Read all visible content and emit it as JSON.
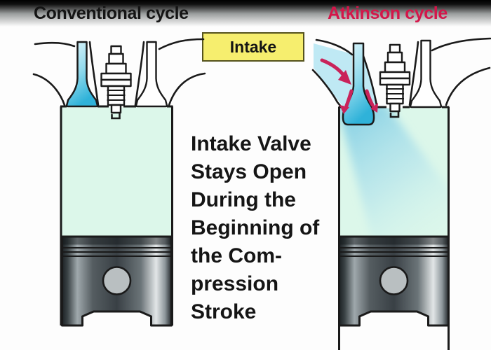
{
  "header": {
    "left_title": "Conventional cycle",
    "right_title": "Atkinson cycle"
  },
  "labels": {
    "intake": "Intake"
  },
  "caption": {
    "text": "Intake Valve\nStays Open\nDuring the\nBeginning of\nthe Com-\npression\nStroke"
  },
  "engines": {
    "left": {
      "name": "Conventional cycle engine",
      "intake_valve_state": "closed",
      "exhaust_valve_state": "closed"
    },
    "right": {
      "name": "Atkinson cycle engine",
      "intake_valve_state": "open",
      "exhaust_valve_state": "closed",
      "flow_annotation": "intake charge flowing past open intake valve (red arrows)"
    }
  },
  "colors": {
    "title_red": "#d4164a",
    "intake_fill": "#f6ee6e",
    "intake_border": "#55531d",
    "gas_fill": "#dcf7ea",
    "valve_cyan": "#2fb2d9",
    "arrow_red": "#c9235a",
    "outline": "#1a1a1a"
  }
}
